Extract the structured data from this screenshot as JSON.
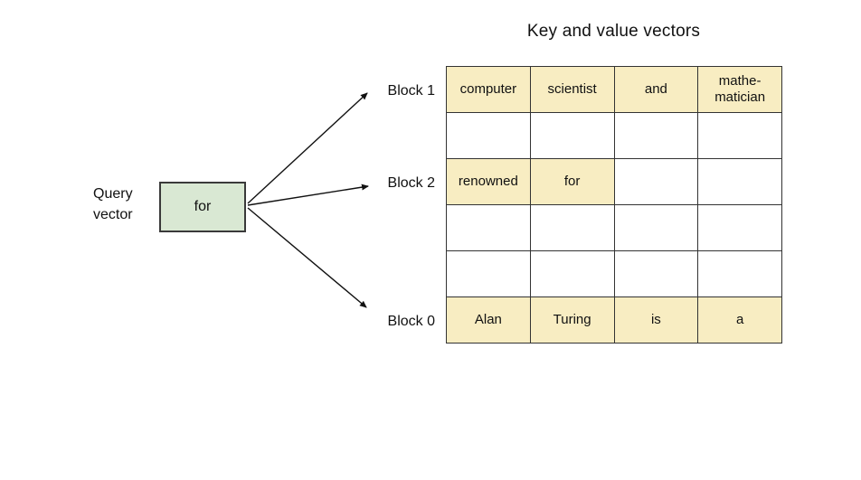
{
  "title": "Key and value vectors",
  "query": {
    "label": "Query\nvector",
    "value": "for"
  },
  "blocks": [
    {
      "label": "Block 1"
    },
    {
      "label": "Block 2"
    },
    {
      "label": "Block 0"
    }
  ],
  "table": {
    "columns": 4,
    "rows": [
      {
        "block": "Block 1",
        "cells": [
          {
            "text": "computer",
            "highlight": true
          },
          {
            "text": "scientist",
            "highlight": true
          },
          {
            "text": "and",
            "highlight": true
          },
          {
            "text": "mathe-\nmatician",
            "highlight": true
          }
        ]
      },
      {
        "block": "",
        "cells": [
          {
            "text": "",
            "highlight": false
          },
          {
            "text": "",
            "highlight": false
          },
          {
            "text": "",
            "highlight": false
          },
          {
            "text": "",
            "highlight": false
          }
        ]
      },
      {
        "block": "Block 2",
        "cells": [
          {
            "text": "renowned",
            "highlight": true
          },
          {
            "text": "for",
            "highlight": true
          },
          {
            "text": "",
            "highlight": false
          },
          {
            "text": "",
            "highlight": false
          }
        ]
      },
      {
        "block": "",
        "cells": [
          {
            "text": "",
            "highlight": false
          },
          {
            "text": "",
            "highlight": false
          },
          {
            "text": "",
            "highlight": false
          },
          {
            "text": "",
            "highlight": false
          }
        ]
      },
      {
        "block": "",
        "cells": [
          {
            "text": "",
            "highlight": false
          },
          {
            "text": "",
            "highlight": false
          },
          {
            "text": "",
            "highlight": false
          },
          {
            "text": "",
            "highlight": false
          }
        ]
      },
      {
        "block": "Block 0",
        "cells": [
          {
            "text": "Alan",
            "highlight": true
          },
          {
            "text": "Turing",
            "highlight": true
          },
          {
            "text": "is",
            "highlight": true
          },
          {
            "text": "a",
            "highlight": true
          }
        ]
      }
    ]
  },
  "colors": {
    "highlight": "#f8edc2",
    "querybox": "#d9e8d3",
    "border": "#333333",
    "arrow": "#111111"
  }
}
